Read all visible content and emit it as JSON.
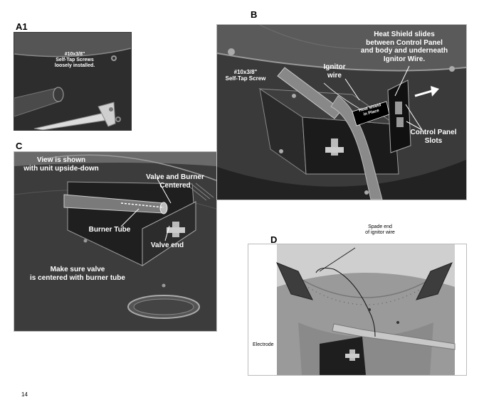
{
  "page_number": "14",
  "panel_a1": {
    "letter": "A1",
    "note": "#10x3/8\"\nSelf-Tap Screws\nloosely installed."
  },
  "panel_b": {
    "letter": "B",
    "heat_shield": "Heat Shield slides\nbetween Control Panel\nand body and underneath\nIgnitor Wire.",
    "ignitor_wire": "Ignitor\nwire",
    "screw": "#10x3/8\"\nSelf-Tap Screw",
    "heat_shield_in_place": "Heat shield\nin Place",
    "control_panel_slots": "Control Panel\nSlots"
  },
  "panel_c": {
    "letter": "C",
    "upside_down": "View is shown\nwith unit upside-down",
    "valve_burner_centered": "Valve and Burner\nCentered",
    "burner_tube": "Burner Tube",
    "valve_end": "Valve end",
    "make_sure": "Make sure valve\nis centered with burner tube"
  },
  "panel_d": {
    "letter": "D",
    "spade_end": "Spade end\nof ignitor wire",
    "electrode": "Electrode"
  }
}
